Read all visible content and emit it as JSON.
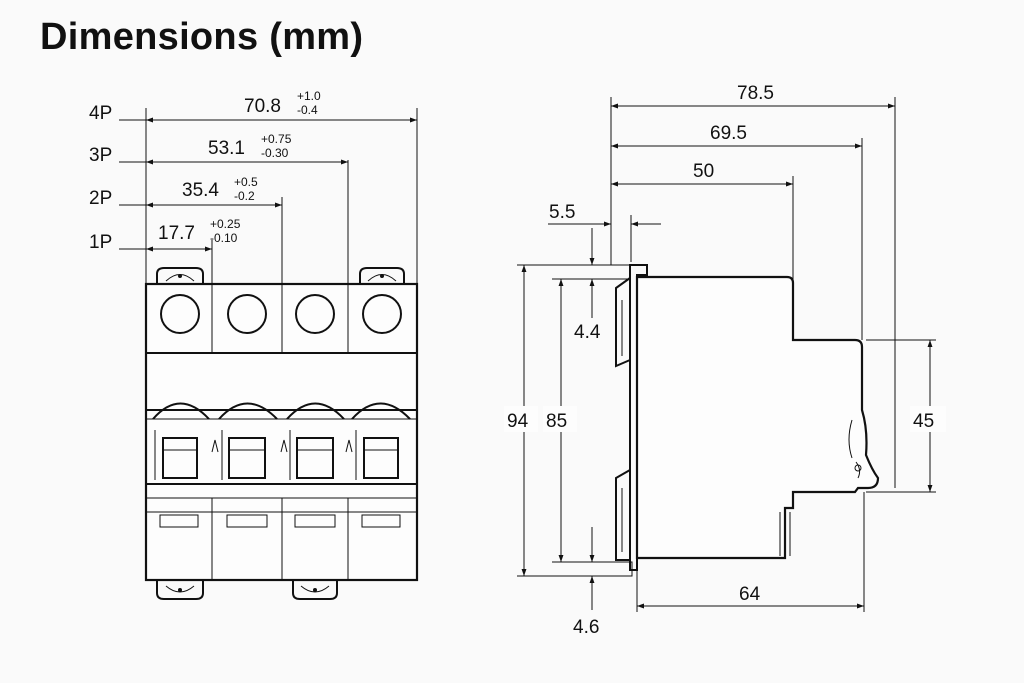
{
  "title": "Dimensions (mm)",
  "front_view": {
    "poles": [
      {
        "label": "4P",
        "value": "70.8",
        "tol_plus": "+1.0",
        "tol_minus": "-0.4"
      },
      {
        "label": "3P",
        "value": "53.1",
        "tol_plus": "+0.75",
        "tol_minus": "-0.30"
      },
      {
        "label": "2P",
        "value": "35.4",
        "tol_plus": "+0.5",
        "tol_minus": "-0.2"
      },
      {
        "label": "1P",
        "value": "17.7",
        "tol_plus": "+0.25",
        "tol_minus": "-0.10"
      }
    ]
  },
  "side_view": {
    "width_overall": "78.5",
    "width_front": "69.5",
    "width_step": "50",
    "rail_offset": "5.5",
    "top_gap": "4.4",
    "height_overall": "94",
    "height_body": "85",
    "height_front": "45",
    "base_depth": "64",
    "bottom_gap": "4.6"
  }
}
